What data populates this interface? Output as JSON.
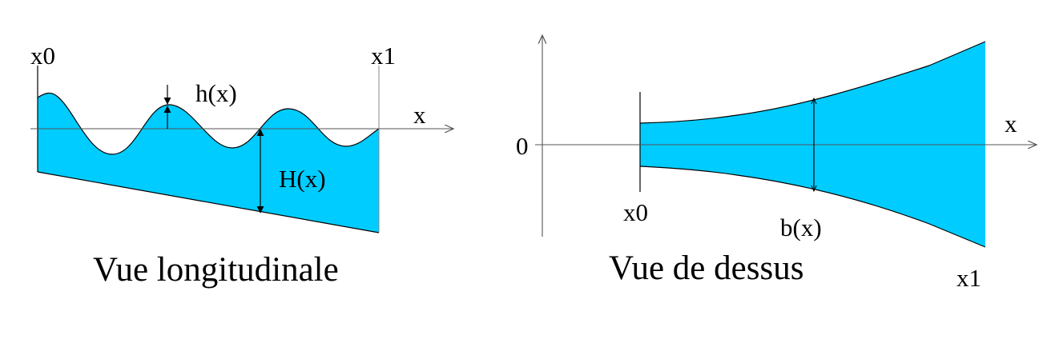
{
  "colors": {
    "water": "#00ccff",
    "line": "#000000",
    "axis": "#555555"
  },
  "longitudinal": {
    "label_x0": "x0",
    "label_x1": "x1",
    "label_x": "x",
    "label_h": "h(x)",
    "label_H": "H(x)",
    "caption": "Vue longitudinale"
  },
  "top_view": {
    "label_zero": "0",
    "label_x": "x",
    "label_x0": "x0",
    "label_x1": "x1",
    "label_b": "b(x)",
    "caption": "Vue de dessus"
  }
}
